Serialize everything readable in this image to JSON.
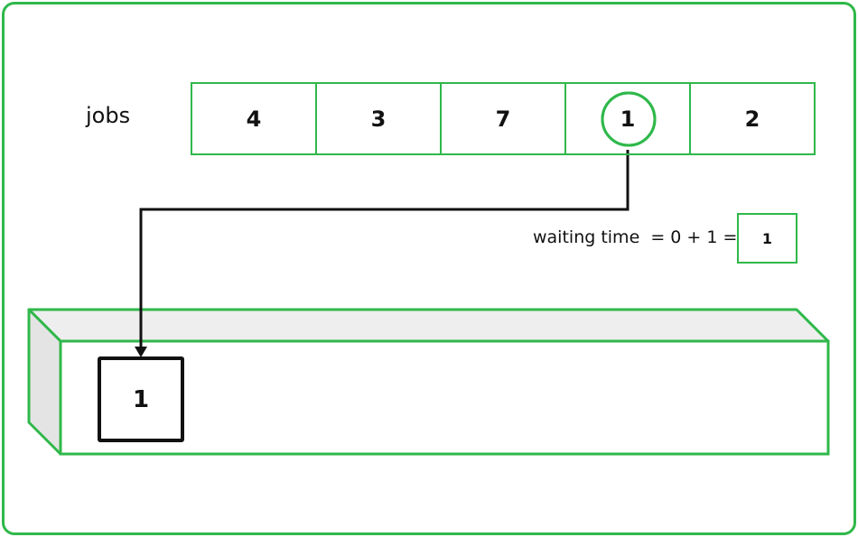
{
  "jobs_label": "jobs",
  "jobs": [
    "4",
    "3",
    "7",
    "1",
    "2"
  ],
  "selected_job_index": 3,
  "waiting_time": {
    "text": "waiting time  = 0 + 1 =",
    "result": "1"
  },
  "queue": {
    "items": [
      "1"
    ]
  },
  "colors": {
    "accent": "#2fb84a",
    "ink": "#111111",
    "queue_face": "#eeeeee"
  }
}
